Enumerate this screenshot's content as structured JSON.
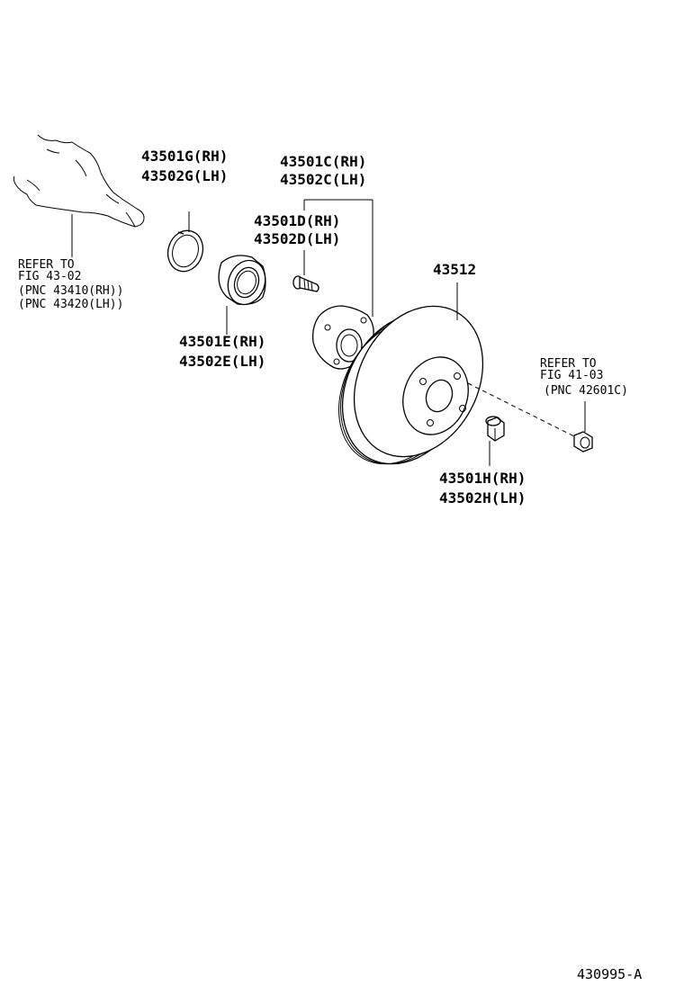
{
  "labels": {
    "snap_ring": {
      "rh": "43501G(RH)",
      "lh": "43502G(LH)"
    },
    "hub_assy": {
      "rh": "43501C(RH)",
      "lh": "43502C(LH)"
    },
    "hub_bolt": {
      "rh": "43501D(RH)",
      "lh": "43502D(LH)"
    },
    "bearing": {
      "rh": "43501E(RH)",
      "lh": "43502E(LH)"
    },
    "disc": {
      "part": "43512"
    },
    "hub_nut": {
      "rh": "43501H(RH)",
      "lh": "43502H(LH)"
    }
  },
  "references": {
    "axle": {
      "line1": "REFER TO",
      "line2": "FIG 43-02",
      "line3": "(PNC 43410(RH))",
      "line4": "(PNC 43420(LH))"
    },
    "wheel_nut": {
      "line1": "REFER TO",
      "line2": "FIG 41-03",
      "line3": "(PNC 42601C)"
    }
  },
  "figure_code": "430995-A",
  "colors": {
    "ink": "#000000",
    "paper": "#ffffff"
  },
  "icons": [
    "drive-shaft-icon",
    "snap-ring-icon",
    "bearing-icon",
    "hub-bolt-icon",
    "axle-hub-icon",
    "disc-rotor-icon",
    "hub-nut-icon",
    "wheel-nut-icon"
  ]
}
